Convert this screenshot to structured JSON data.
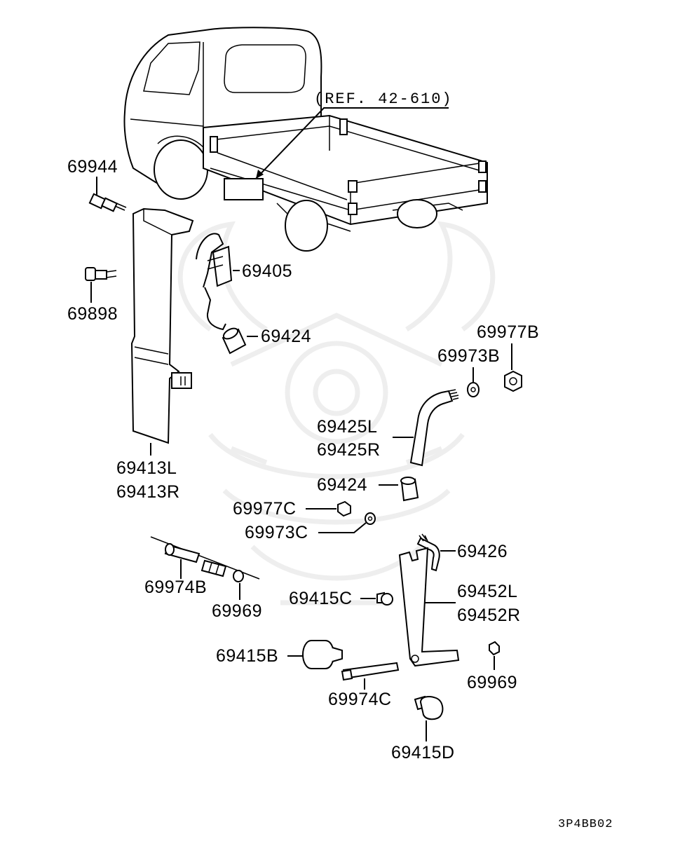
{
  "diagram_code": "3P4BB02",
  "reference_note": "(REF. 42-610)",
  "labels": {
    "p69944": "69944",
    "p69898": "69898",
    "p69405": "69405",
    "p69424_top": "69424",
    "p69413L": "69413L",
    "p69413R": "69413R",
    "p69977B": "69977B",
    "p69973B": "69973B",
    "p69425L": "69425L",
    "p69425R": "69425R",
    "p69424_mid": "69424",
    "p69977C": "69977C",
    "p69973C": "69973C",
    "p69426": "69426",
    "p69974B": "69974B",
    "p69969_left": "69969",
    "p69415C": "69415C",
    "p69452L": "69452L",
    "p69452R": "69452R",
    "p69415B": "69415B",
    "p69969_right": "69969",
    "p69974C": "69974C",
    "p69415D": "69415D"
  }
}
